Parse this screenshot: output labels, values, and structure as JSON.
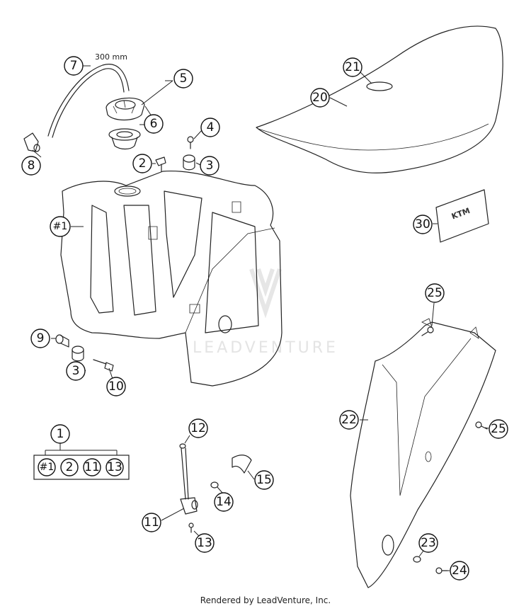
{
  "dimension_label": "300 mm",
  "watermark": "LEADVENTURE",
  "footer": "Rendered by LeadVenture, Inc.",
  "logo_text": "KTM",
  "callouts": {
    "c7": "7",
    "c5": "5",
    "c6": "6",
    "c8": "8",
    "c4": "4",
    "c2a": "2",
    "c3a": "3",
    "c21": "21",
    "c20": "20",
    "c30": "30",
    "c1tank": "#1",
    "c9": "9",
    "c3b": "3",
    "c10": "10",
    "c25a": "25",
    "c22": "22",
    "c25b": "25",
    "c1": "1",
    "c12": "12",
    "c15": "15",
    "c14": "14",
    "c11": "11",
    "c13": "13",
    "c23": "23",
    "c24": "24"
  },
  "kit": [
    "#1",
    "2",
    "11",
    "13"
  ]
}
